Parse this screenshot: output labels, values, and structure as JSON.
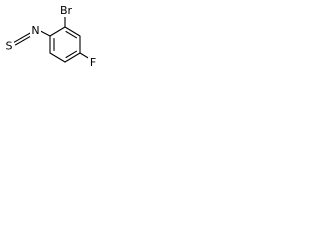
{
  "molecule": {
    "atoms": {
      "s": "S",
      "n": "N",
      "br": "Br",
      "f": "F"
    },
    "colors": {
      "bond": "#000000",
      "label": "#000000",
      "background": "#ffffff"
    }
  }
}
